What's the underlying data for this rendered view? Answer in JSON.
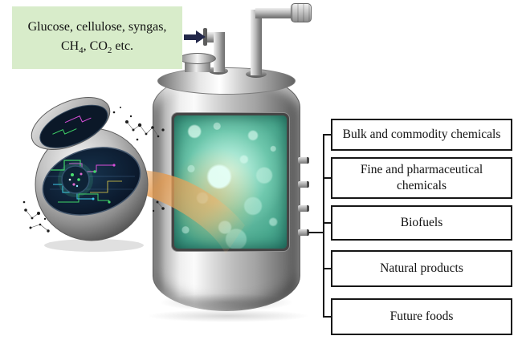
{
  "feed_box": {
    "line1": "Glucose, cellulose, syngas,",
    "line2_parts": {
      "p1": "CH",
      "sub1": "4",
      "p2": ", CO",
      "sub2": "2",
      "p3": " etc."
    },
    "background": "#d8ecca"
  },
  "outputs": [
    {
      "label": "Bulk and commodity chemicals"
    },
    {
      "label": "Fine and pharmaceutical chemicals"
    },
    {
      "label": "Biofuels"
    },
    {
      "label": "Natural products"
    },
    {
      "label": "Future foods"
    }
  ],
  "colors": {
    "feed_box_bg": "#d8ecca",
    "arrow": "#23284a",
    "output_border": "#161616",
    "window_teal": "#2e8d77",
    "flow_orange": "#e8a45e",
    "tank_steel": "#bcbcbc"
  }
}
